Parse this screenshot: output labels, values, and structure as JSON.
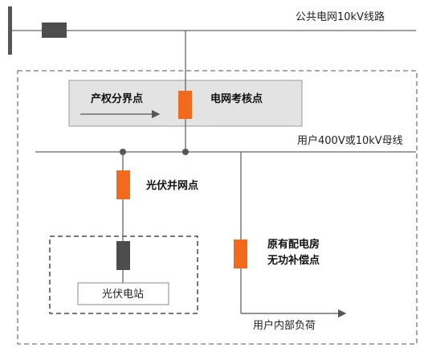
{
  "labels": {
    "public_grid_line": "公共电网10kV线路",
    "property_boundary": "产权分界点",
    "grid_assessment_point": "电网考核点",
    "user_bus": "用户400V或10kV母线",
    "pv_grid_point": "光伏并网点",
    "original_distribution_room_line1": "原有配电房",
    "original_distribution_room_line2": "无功补偿点",
    "pv_station": "光伏电站",
    "user_internal_load": "用户内部负荷"
  },
  "colors": {
    "orange_marker": "#f26a1b",
    "gray_marker": "#4d4d4d",
    "line": "#666666",
    "boundary_box_fill": "#e3e3e3"
  }
}
